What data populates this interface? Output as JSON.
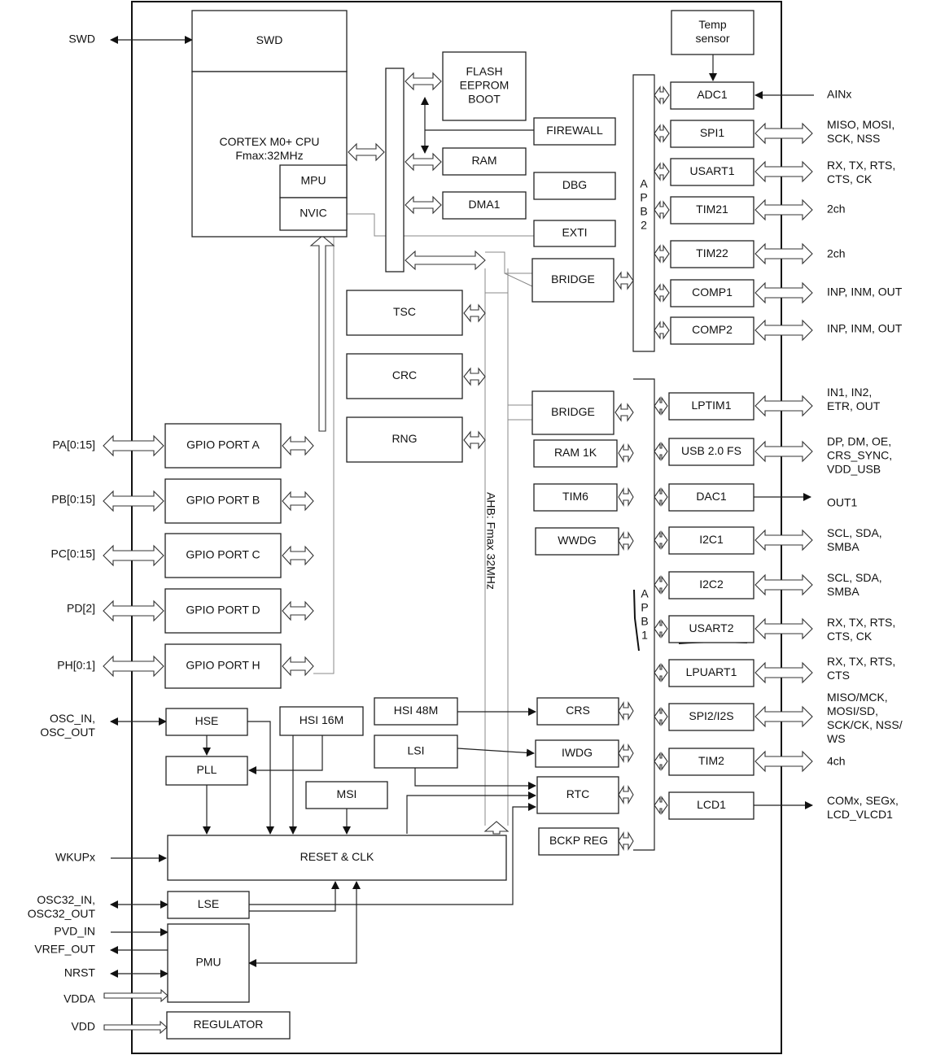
{
  "blocks": {
    "swd": "SWD",
    "cpu": [
      "CORTEX M0+ CPU",
      "Fmax:32MHz"
    ],
    "mpu": "MPU",
    "nvic": "NVIC",
    "flash": [
      "FLASH",
      "EEPROM",
      "BOOT"
    ],
    "ram": "RAM",
    "dma1": "DMA1",
    "firewall": "FIREWALL",
    "dbg": "DBG",
    "exti": "EXTI",
    "bridge_apb2": "BRIDGE",
    "bridge_apb1": "BRIDGE",
    "tsc": "TSC",
    "crc": "CRC",
    "rng": "RNG",
    "temp_sensor": [
      "Temp",
      "sensor"
    ],
    "adc1": "ADC1",
    "spi1": "SPI1",
    "usart1": "USART1",
    "tim21": "TIM21",
    "tim22": "TIM22",
    "comp1": "COMP1",
    "comp2": "COMP2",
    "lptim1": "LPTIM1",
    "usb": "USB 2.0 FS",
    "dac1": "DAC1",
    "i2c1": "I2C1",
    "i2c2": "I2C2",
    "usart2": "USART2",
    "lpuart1": "LPUART1",
    "spi2": "SPI2/I2S",
    "tim2": "TIM2",
    "lcd1": "LCD1",
    "ram1k": "RAM 1K",
    "tim6": "TIM6",
    "wwdg": "WWDG",
    "crs": "CRS",
    "iwdg": "IWDG",
    "rtc": "RTC",
    "bckp": "BCKP REG",
    "hsi48": "HSI 48M",
    "lsi": "LSI",
    "hse": "HSE",
    "hsi16": "HSI 16M",
    "pll": "PLL",
    "msi": "MSI",
    "reset_clk": "RESET & CLK",
    "lse": "LSE",
    "pmu": "PMU",
    "regulator": "REGULATOR",
    "gpio_a": "GPIO PORT A",
    "gpio_b": "GPIO PORT B",
    "gpio_c": "GPIO PORT C",
    "gpio_d": "GPIO PORT D",
    "gpio_h": "GPIO PORT H"
  },
  "buses": {
    "ahb": "AHB: Fmax 32MHz",
    "apb2": [
      "A",
      "P",
      "B",
      "2"
    ],
    "apb1": [
      "A",
      "P",
      "B",
      "1"
    ]
  },
  "left_pins": {
    "swd": "SWD",
    "pa": "PA[0:15]",
    "pb": "PB[0:15]",
    "pc": "PC[0:15]",
    "pd": "PD[2]",
    "ph": "PH[0:1]",
    "osc": [
      "OSC_IN,",
      "OSC_OUT"
    ],
    "wkup": "WKUPx",
    "osc32": [
      "OSC32_IN,",
      "OSC32_OUT"
    ],
    "pvd_in": "PVD_IN",
    "vref_out": "VREF_OUT",
    "nrst": "NRST",
    "vdda": "VDDA",
    "vdd": "VDD"
  },
  "right_pins": {
    "ainx": [
      "AINx"
    ],
    "spi1": [
      "MISO, MOSI,",
      "SCK, NSS"
    ],
    "usart1": [
      "RX, TX, RTS,",
      "CTS, CK"
    ],
    "tim21": [
      "2ch"
    ],
    "tim22": [
      "2ch"
    ],
    "comp1": [
      "INP, INM, OUT"
    ],
    "comp2": [
      "INP, INM, OUT"
    ],
    "lptim1": [
      "IN1, IN2,",
      "ETR, OUT"
    ],
    "usb": [
      "DP, DM, OE,",
      "CRS_SYNC,",
      "VDD_USB"
    ],
    "dac1": [
      "OUT1"
    ],
    "i2c1": [
      "SCL, SDA,",
      "SMBA"
    ],
    "i2c2": [
      "SCL, SDA,",
      "SMBA"
    ],
    "usart2": [
      "RX, TX, RTS,",
      "CTS, CK"
    ],
    "lpuart1": [
      "RX, TX, RTS,",
      "CTS"
    ],
    "spi2": [
      "MISO/MCK,",
      "MOSI/SD,",
      "SCK/CK, NSS/",
      "WS"
    ],
    "tim2": [
      "4ch"
    ],
    "lcd1": [
      "COMx, SEGx,",
      "LCD_VLCD1"
    ]
  }
}
